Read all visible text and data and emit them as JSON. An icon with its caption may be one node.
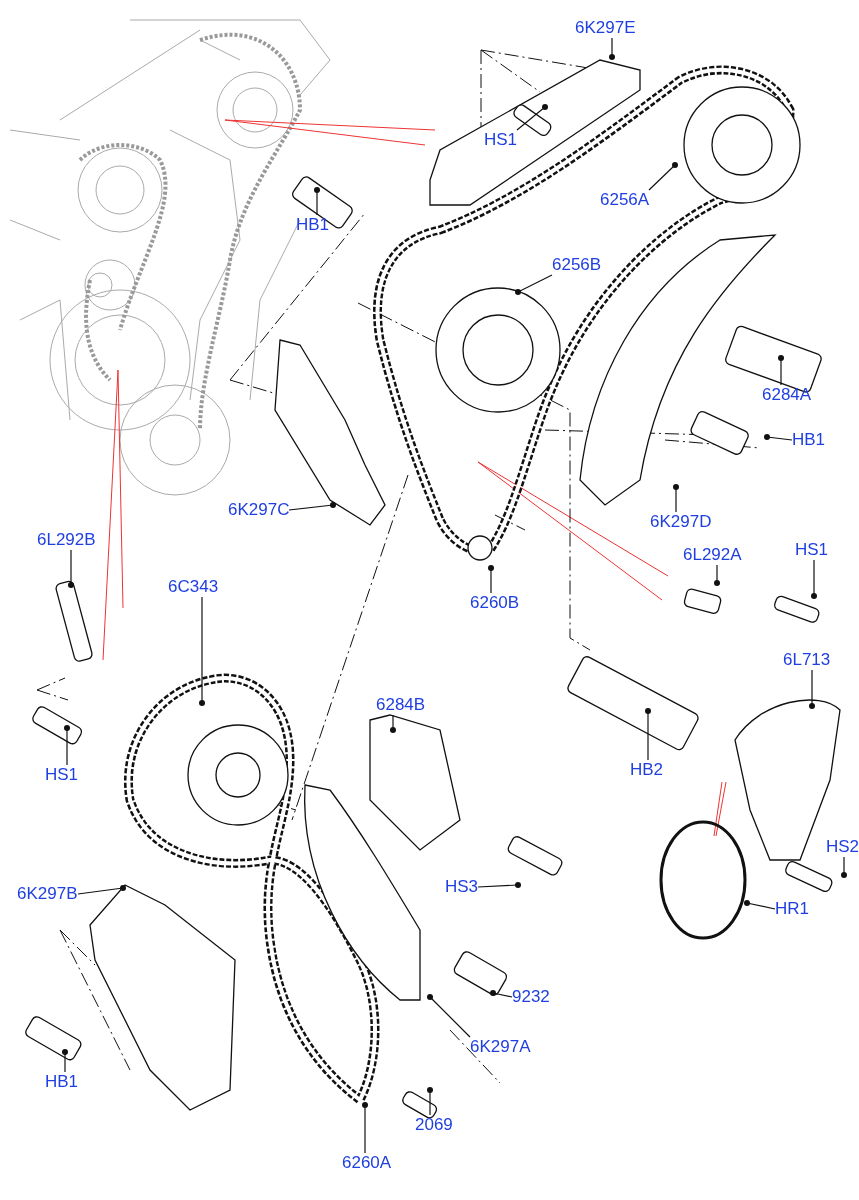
{
  "diagram": {
    "nodes": [
      {
        "text": [
          "6K297E"
        ]
      },
      {
        "text": [
          "HS1"
        ]
      },
      {
        "text": [
          "6256A"
        ]
      },
      {
        "text": [
          "HB1"
        ]
      },
      {
        "text": [
          "6256B"
        ]
      },
      {
        "text": [
          "6284A"
        ]
      },
      {
        "text": [
          "HB1"
        ]
      },
      {
        "text": [
          "6K297C"
        ]
      },
      {
        "text": [
          "6K297D"
        ]
      },
      {
        "text": [
          "6L292B"
        ]
      },
      {
        "text": [
          "6C343"
        ]
      },
      {
        "text": [
          "6260B"
        ]
      },
      {
        "text": [
          "6L292A"
        ]
      },
      {
        "text": [
          "HS1"
        ]
      },
      {
        "text": [
          "6L713"
        ]
      },
      {
        "text": [
          "HS1"
        ]
      },
      {
        "text": [
          "HB2"
        ]
      },
      {
        "text": [
          "6284B"
        ]
      },
      {
        "text": [
          "HS2"
        ]
      },
      {
        "text": [
          "HS3"
        ]
      },
      {
        "text": [
          "6K297B"
        ]
      },
      {
        "text": [
          "HR1"
        ]
      },
      {
        "text": [
          "9232"
        ]
      },
      {
        "text": [
          "6K297A"
        ]
      },
      {
        "text": [
          "HB1"
        ]
      },
      {
        "text": [
          "2069"
        ]
      },
      {
        "text": [
          "6260A"
        ]
      }
    ],
    "edges": [
      {
        "from": 0,
        "to": null,
        "arrow": "other"
      },
      {
        "from": 1,
        "to": null,
        "arrow": "other"
      },
      {
        "from": 2,
        "to": null,
        "arrow": "other"
      },
      {
        "from": 3,
        "to": null,
        "arrow": "other"
      },
      {
        "from": 4,
        "to": null,
        "arrow": "other"
      },
      {
        "from": 5,
        "to": null,
        "arrow": "other"
      },
      {
        "from": 6,
        "to": null,
        "arrow": "other"
      },
      {
        "from": 7,
        "to": null,
        "arrow": "other"
      },
      {
        "from": 8,
        "to": null,
        "arrow": "other"
      },
      {
        "from": 9,
        "to": null,
        "arrow": "other"
      },
      {
        "from": 10,
        "to": null,
        "arrow": "other"
      },
      {
        "from": 11,
        "to": null,
        "arrow": "other"
      },
      {
        "from": 12,
        "to": null,
        "arrow": "other"
      },
      {
        "from": 13,
        "to": null,
        "arrow": "other"
      },
      {
        "from": 14,
        "to": null,
        "arrow": "other"
      },
      {
        "from": 15,
        "to": null,
        "arrow": "other"
      },
      {
        "from": 16,
        "to": null,
        "arrow": "other"
      },
      {
        "from": 17,
        "to": null,
        "arrow": "other"
      },
      {
        "from": 18,
        "to": null,
        "arrow": "other"
      },
      {
        "from": 19,
        "to": null,
        "arrow": "other"
      },
      {
        "from": 20,
        "to": null,
        "arrow": "other"
      },
      {
        "from": 21,
        "to": null,
        "arrow": "other"
      },
      {
        "from": 22,
        "to": null,
        "arrow": "other"
      },
      {
        "from": 23,
        "to": null,
        "arrow": "other"
      },
      {
        "from": 24,
        "to": null,
        "arrow": "other"
      },
      {
        "from": 25,
        "to": null,
        "arrow": "other"
      },
      {
        "from": 26,
        "to": null,
        "arrow": "other"
      }
    ]
  }
}
